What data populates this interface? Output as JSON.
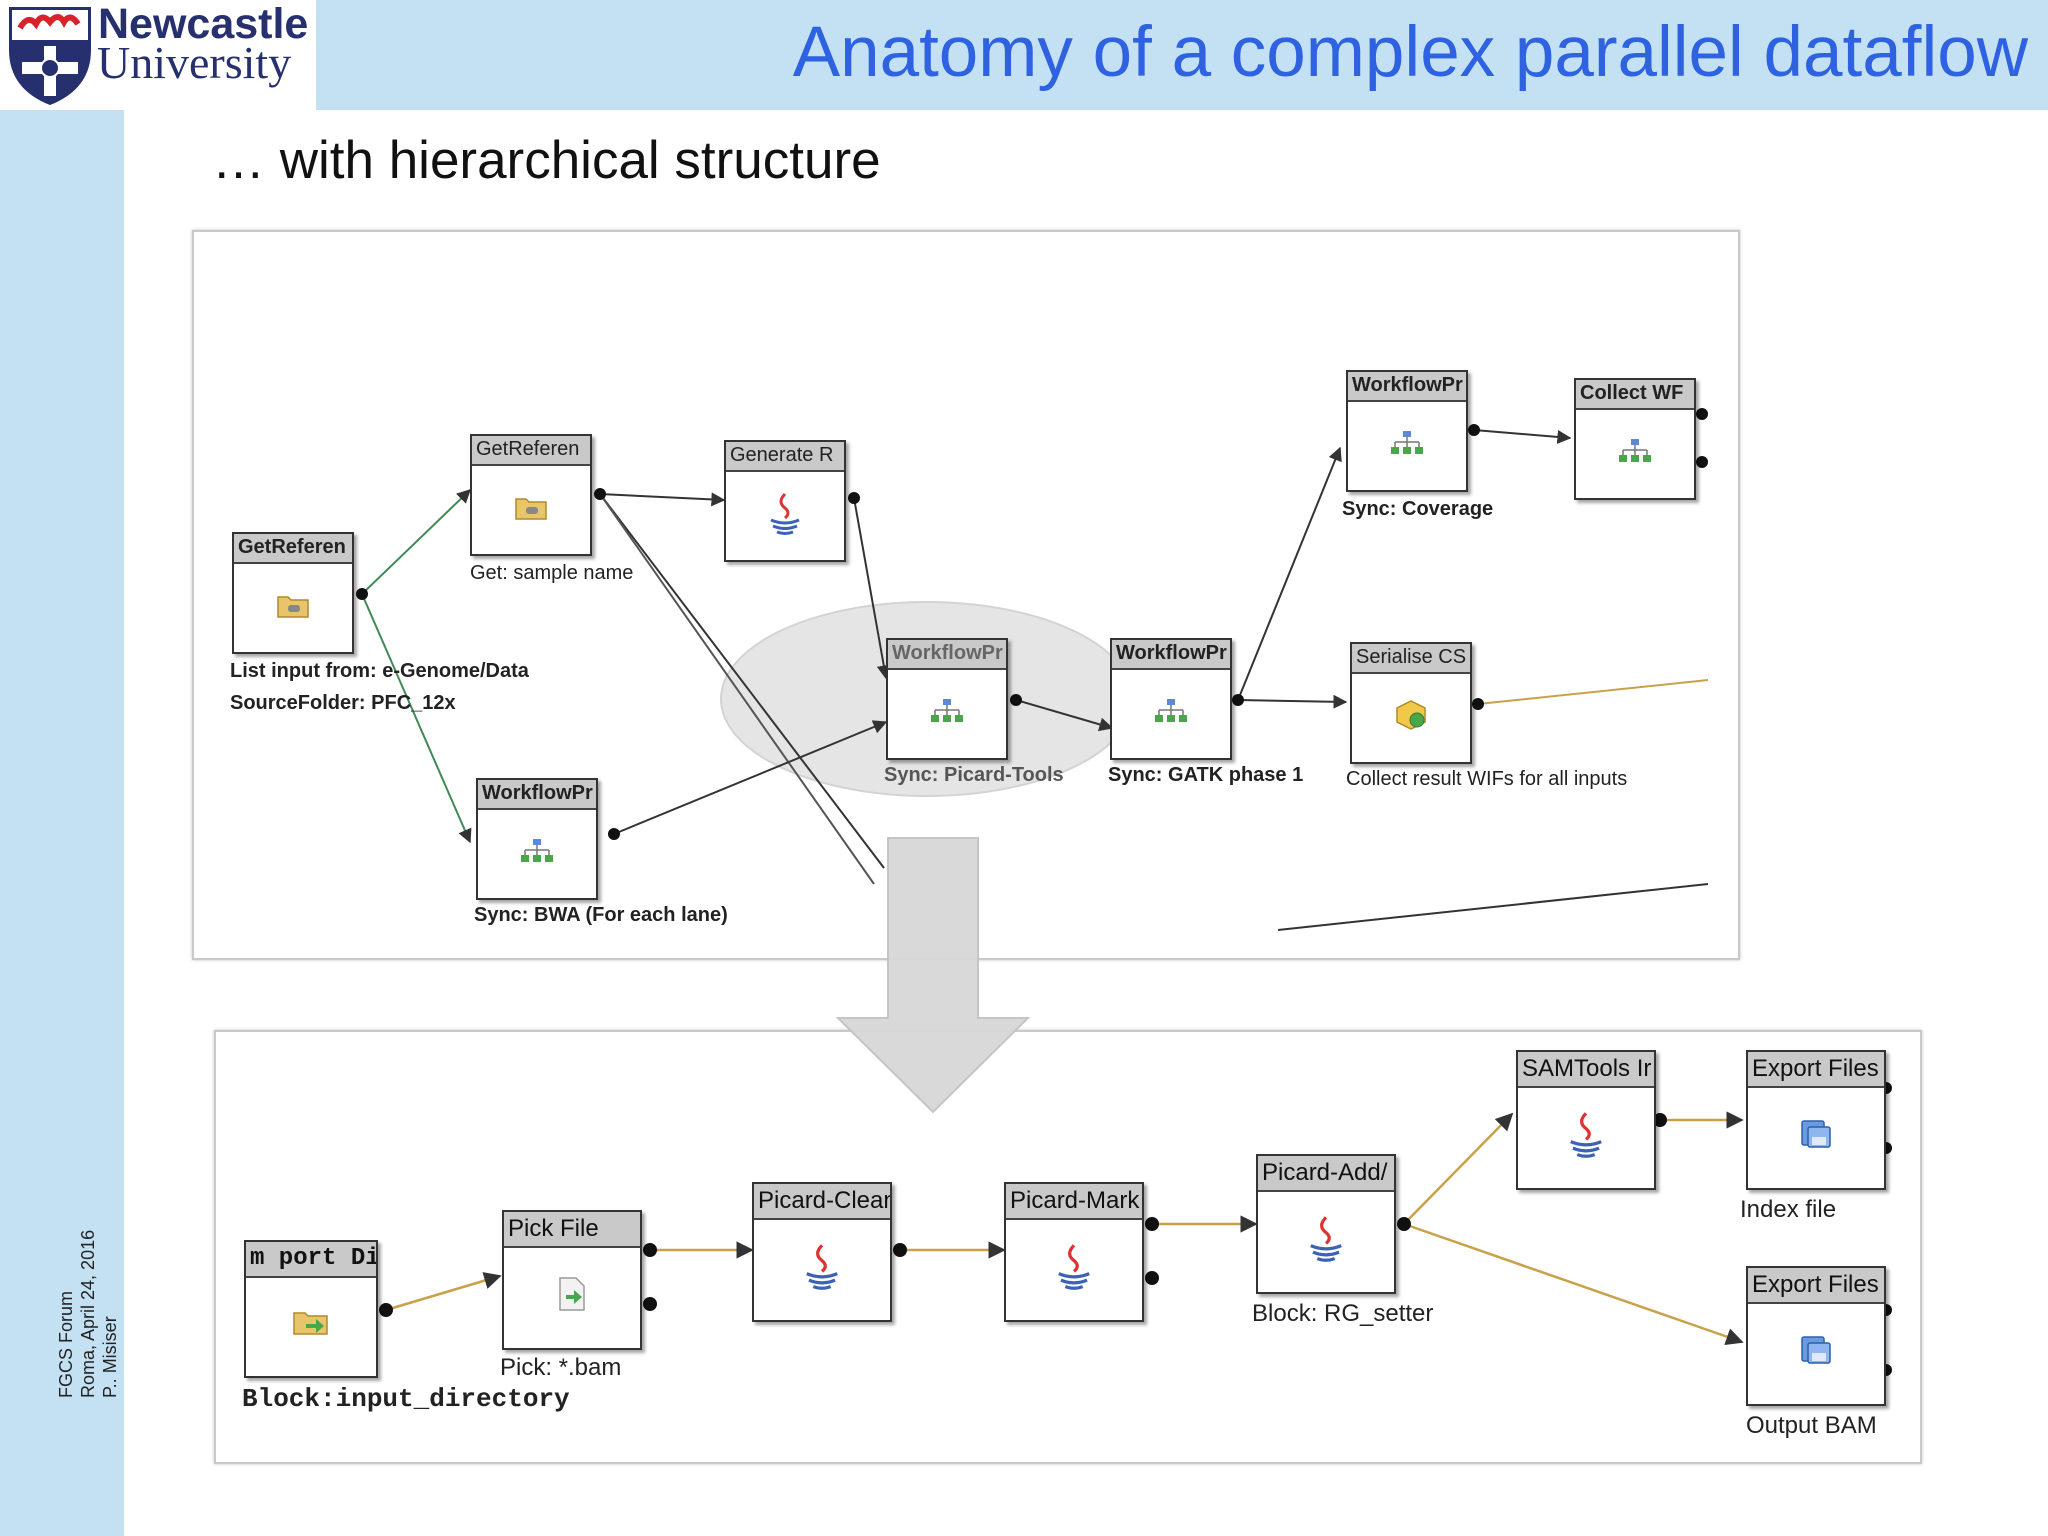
{
  "header": {
    "logo_line1": "Newcastle",
    "logo_line2": "University",
    "title": "Anatomy of a complex parallel dataflow",
    "subtitle": "… with hierarchical structure"
  },
  "footer": {
    "line1": "FGCS Forum",
    "line2": "Roma, April 24, 2016",
    "line3": "P.. Misiser"
  },
  "colors": {
    "title": "#2f62e0",
    "bar": "#c4e1f4",
    "logo_text": "#27306f",
    "edge_green": "#3f8a55",
    "edge_dark": "#333333",
    "edge_gold": "#c9a14a"
  },
  "top_workflow": {
    "nodes": [
      {
        "id": "t1",
        "title": "GetReferen",
        "icon": "folder-icon"
      },
      {
        "id": "t2",
        "title": "GetReferen",
        "icon": "folder-icon"
      },
      {
        "id": "t3",
        "title": "Generate R",
        "icon": "java-icon"
      },
      {
        "id": "t4",
        "title": "WorkflowPr",
        "icon": "subworkflow-icon"
      },
      {
        "id": "t5",
        "title": "WorkflowPr",
        "icon": "subworkflow-icon"
      },
      {
        "id": "t6",
        "title": "WorkflowPr",
        "icon": "subworkflow-icon"
      },
      {
        "id": "t7",
        "title": "WorkflowPr",
        "icon": "subworkflow-icon"
      },
      {
        "id": "t8",
        "title": "Collect WF",
        "icon": "subworkflow-icon"
      },
      {
        "id": "t9",
        "title": "Serialise CS",
        "icon": "serialise-icon"
      }
    ],
    "labels": {
      "t1_line1": "List input from: e-Genome/Data",
      "t1_line2": "SourceFolder: PFC_12x",
      "t2": "Get: sample name",
      "t4": "Sync: BWA (For each lane)",
      "t5": "Sync: Picard-Tools",
      "t6": "Sync: GATK phase 1",
      "t7": "Sync: Coverage",
      "t9": "Collect result WIFs for all inputs"
    }
  },
  "bottom_workflow": {
    "nodes": [
      {
        "id": "b1",
        "title": "m port Dir",
        "icon": "import-folder-icon"
      },
      {
        "id": "b2",
        "title": "Pick File",
        "icon": "file-pick-icon"
      },
      {
        "id": "b3",
        "title": "Picard-Clean",
        "icon": "java-icon"
      },
      {
        "id": "b4",
        "title": "Picard-Mark",
        "icon": "java-icon"
      },
      {
        "id": "b5",
        "title": "Picard-Add/",
        "icon": "java-icon"
      },
      {
        "id": "b6",
        "title": "SAMTools Ir",
        "icon": "java-icon"
      },
      {
        "id": "b7",
        "title": "Export Files",
        "icon": "export-disk-icon"
      },
      {
        "id": "b8",
        "title": "Export Files",
        "icon": "export-disk-icon"
      }
    ],
    "labels": {
      "b1": "Block:input_directory",
      "b2": "Pick: *.bam",
      "b5": "Block: RG_setter",
      "b7": "Index file",
      "b8": "Output BAM"
    }
  }
}
